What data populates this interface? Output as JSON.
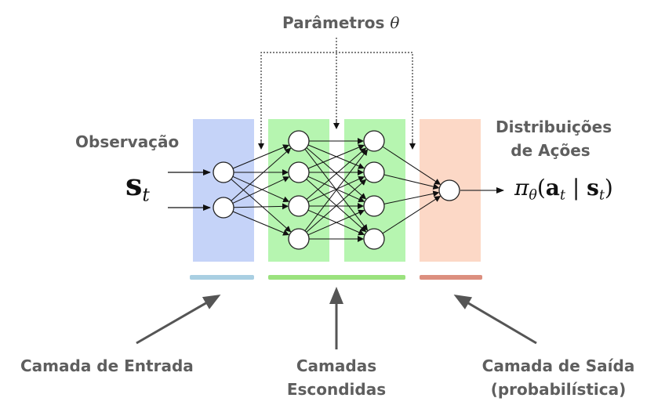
{
  "labels": {
    "parameters": "Parâmetros",
    "theta": "θ",
    "observation": "Observação",
    "distributions_line1": "Distribuições",
    "distributions_line2": "de Ações",
    "input_layer": "Camada de Entrada",
    "hidden_line1": "Camadas",
    "hidden_line2": "Escondidas",
    "output_line1": "Camada de Saída",
    "output_line2": "(probabilística)"
  },
  "math": {
    "state_symbol": "s",
    "state_subscript": "t",
    "policy_symbol": "π",
    "policy_subscript": "θ",
    "open_paren": "(",
    "action_symbol": "a",
    "action_subscript": "t",
    "given_bar": " | ",
    "state_symbol2": "s",
    "state_subscript2": "t",
    "close_paren": ")"
  },
  "network": {
    "layers": [
      2,
      4,
      4,
      1
    ]
  },
  "colors": {
    "input_layer": "#c5d3f8",
    "hidden_layer": "#b6f5b0",
    "output_layer": "#fcd8c6",
    "input_underline": "#a9cfe2",
    "hidden_underline": "#9be27e",
    "output_underline": "#dc8f7f",
    "label_text": "#5e5e5e",
    "arrow": "#555555"
  }
}
